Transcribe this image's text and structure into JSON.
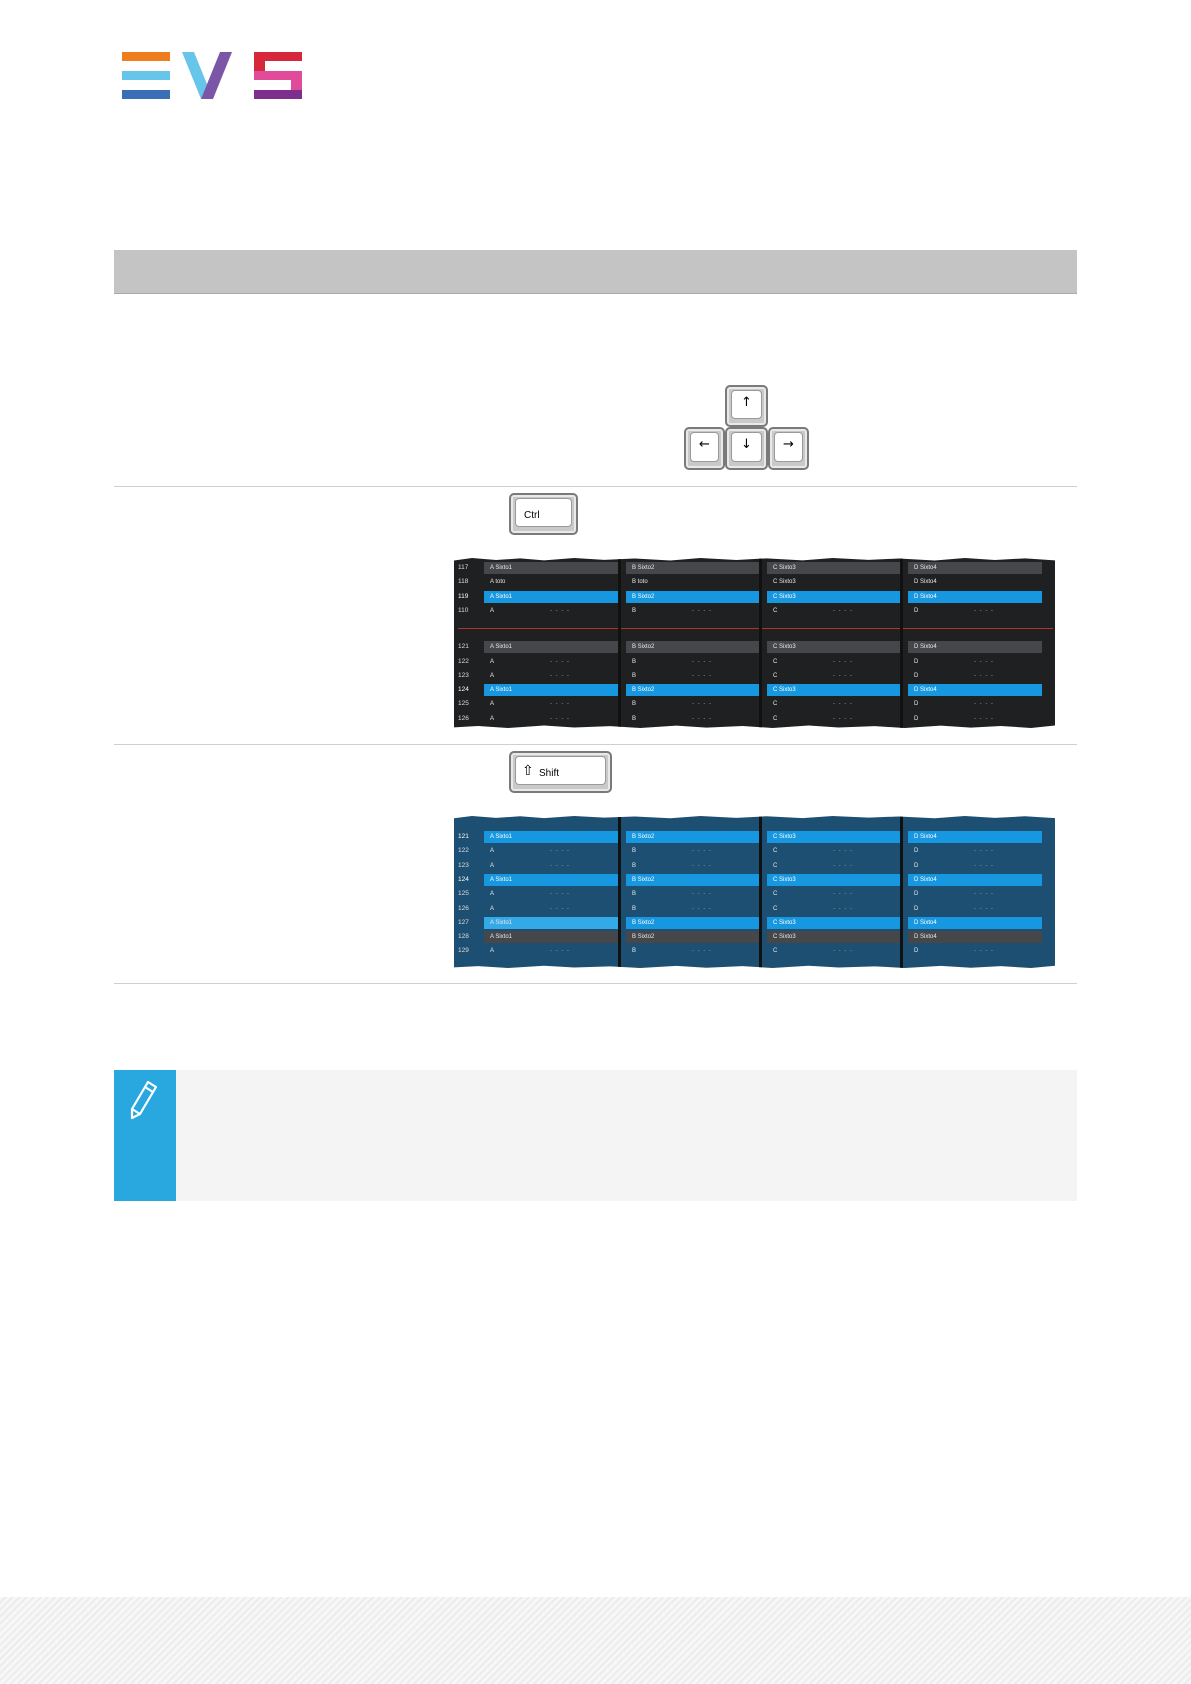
{
  "brand": {
    "logo_letters": "EVS",
    "colors": {
      "orange": "#ef7d1e",
      "blue": "#3a6fb7",
      "light_blue": "#68c5ea",
      "purple": "#7b56a6",
      "red": "#d6283a",
      "pink": "#e04b9a",
      "violet": "#7e2f8e"
    }
  },
  "keys": {
    "arrow_up": "↑",
    "arrow_left": "←",
    "arrow_down": "↓",
    "arrow_right": "→",
    "ctrl": "Ctrl",
    "shift_glyph": "⇧",
    "shift": "Shift"
  },
  "ctrl_example": {
    "rows": [
      {
        "num": "117",
        "cells": [
          "A Sixto1",
          "B Sixto2",
          "C Sixto3",
          "D Sixto4"
        ],
        "style": "grey"
      },
      {
        "num": "118",
        "cells": [
          "A toto",
          "B toto",
          "C Sixto3",
          "D Sixto4"
        ],
        "style": "none"
      },
      {
        "num": "119",
        "cells": [
          "A Sixto1",
          "B Sixto2",
          "C Sixto3",
          "D Sixto4"
        ],
        "style": "sel"
      },
      {
        "num": "110",
        "cells": [
          "A",
          "B",
          "C",
          "D"
        ],
        "style": "empty"
      },
      {
        "num": "121",
        "cells": [
          "A Sixto1",
          "B Sixto2",
          "C Sixto3",
          "D Sixto4"
        ],
        "style": "grey"
      },
      {
        "num": "122",
        "cells": [
          "A",
          "B",
          "C",
          "D"
        ],
        "style": "empty"
      },
      {
        "num": "123",
        "cells": [
          "A",
          "B",
          "C",
          "D"
        ],
        "style": "empty"
      },
      {
        "num": "124",
        "cells": [
          "A Sixto1",
          "B Sixto2",
          "C Sixto3",
          "D Sixto4"
        ],
        "style": "sel"
      },
      {
        "num": "125",
        "cells": [
          "A",
          "B",
          "C",
          "D"
        ],
        "style": "empty"
      },
      {
        "num": "126",
        "cells": [
          "A",
          "B",
          "C",
          "D"
        ],
        "style": "empty"
      }
    ],
    "empty_marker": "- - - -"
  },
  "shift_example": {
    "rows": [
      {
        "num": "121",
        "cells": [
          "A Sixto1",
          "B Sixto2",
          "C Sixto3",
          "D Sixto4"
        ],
        "style": "sel"
      },
      {
        "num": "122",
        "cells": [
          "A",
          "B",
          "C",
          "D"
        ],
        "style": "empty"
      },
      {
        "num": "123",
        "cells": [
          "A",
          "B",
          "C",
          "D"
        ],
        "style": "empty"
      },
      {
        "num": "124",
        "cells": [
          "A Sixto1",
          "B Sixto2",
          "C Sixto3",
          "D Sixto4"
        ],
        "style": "sel"
      },
      {
        "num": "125",
        "cells": [
          "A",
          "B",
          "C",
          "D"
        ],
        "style": "empty"
      },
      {
        "num": "126",
        "cells": [
          "A",
          "B",
          "C",
          "D"
        ],
        "style": "empty"
      },
      {
        "num": "127",
        "cells": [
          "A Sixto1",
          "B Sixto2",
          "C Sixto3",
          "D Sixto4"
        ],
        "style": "lite"
      },
      {
        "num": "128",
        "cells": [
          "A Sixto1",
          "B Sixto2",
          "C Sixto3",
          "D Sixto4"
        ],
        "style": "grey"
      },
      {
        "num": "129",
        "cells": [
          "A",
          "B",
          "C",
          "D"
        ],
        "style": "empty"
      }
    ],
    "empty_marker": "- - - -"
  },
  "note": {
    "icon": "pencil-icon"
  }
}
